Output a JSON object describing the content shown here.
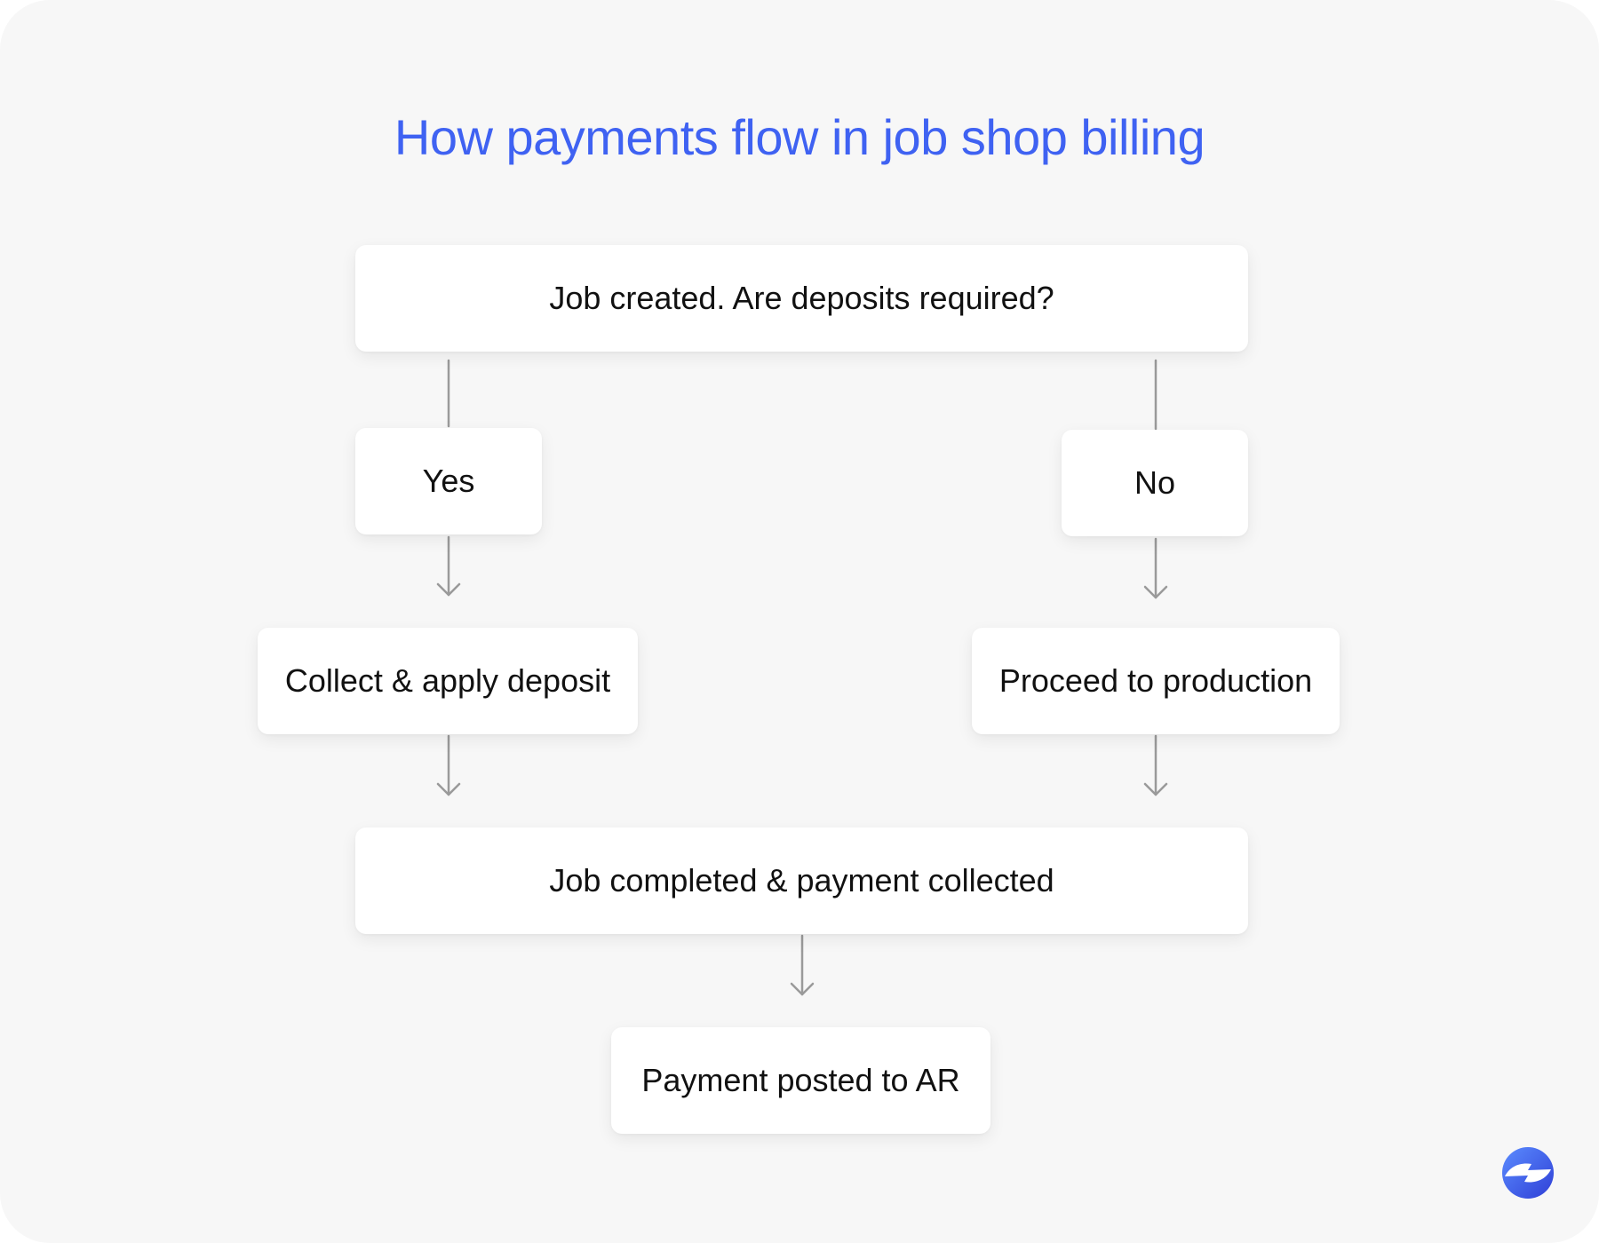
{
  "title": "How payments flow in job shop billing",
  "nodes": {
    "start": "Job created. Are deposits required?",
    "yes": "Yes",
    "no": "No",
    "deposit": "Collect & apply deposit",
    "proceed": "Proceed to production",
    "done": "Job completed & payment collected",
    "ar": "Payment posted to AR"
  },
  "edges": [
    {
      "from": "start",
      "to": "yes",
      "arrow": false
    },
    {
      "from": "start",
      "to": "no",
      "arrow": false
    },
    {
      "from": "yes",
      "to": "deposit",
      "arrow": true
    },
    {
      "from": "no",
      "to": "proceed",
      "arrow": true
    },
    {
      "from": "deposit",
      "to": "done",
      "arrow": true
    },
    {
      "from": "proceed",
      "to": "done",
      "arrow": true
    },
    {
      "from": "done",
      "to": "ar",
      "arrow": true
    }
  ],
  "colors": {
    "title": "#3f62f2",
    "background": "#f7f7f7",
    "node": "#ffffff",
    "edge": "#9a9a9a",
    "logo": "#3f62f2"
  },
  "logo_icon": "bolt-circle-logo"
}
